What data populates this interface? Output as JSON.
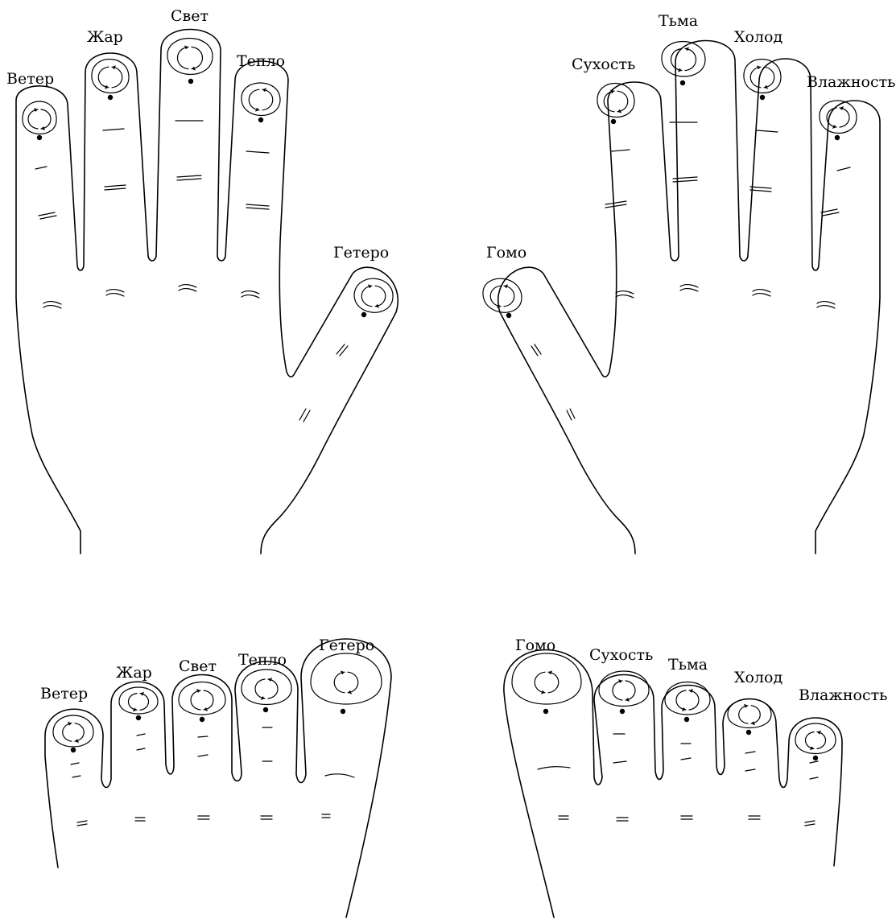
{
  "hands": {
    "left": {
      "fingers": [
        {
          "label": "Ветер",
          "arrow": "cw"
        },
        {
          "label": "Жар",
          "arrow": "ccw"
        },
        {
          "label": "Свет",
          "arrow": "cw"
        },
        {
          "label": "Тепло",
          "arrow": "ccw"
        },
        {
          "label": "Гетеро",
          "arrow": "cw"
        }
      ]
    },
    "right": {
      "fingers": [
        {
          "label": "Гомо",
          "arrow": "ccw"
        },
        {
          "label": "Сухость",
          "arrow": "cw"
        },
        {
          "label": "Тьма",
          "arrow": "ccw"
        },
        {
          "label": "Холод",
          "arrow": "cw"
        },
        {
          "label": "Влажность",
          "arrow": "ccw"
        }
      ]
    }
  },
  "feet": {
    "left": {
      "toes": [
        {
          "label": "Ветер",
          "arrow": "cw"
        },
        {
          "label": "Жар",
          "arrow": "ccw"
        },
        {
          "label": "Свет",
          "arrow": "cw"
        },
        {
          "label": "Тепло",
          "arrow": "ccw"
        },
        {
          "label": "Гетеро",
          "arrow": "cw"
        }
      ]
    },
    "right": {
      "toes": [
        {
          "label": "Гомо",
          "arrow": "ccw"
        },
        {
          "label": "Сухость",
          "arrow": "cw"
        },
        {
          "label": "Тьма",
          "arrow": "ccw"
        },
        {
          "label": "Холод",
          "arrow": "cw"
        },
        {
          "label": "Влажность",
          "arrow": "ccw"
        }
      ]
    }
  }
}
